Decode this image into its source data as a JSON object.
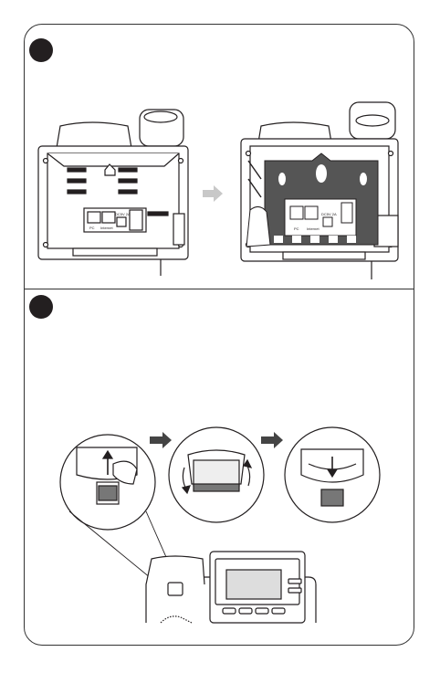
{
  "steps": [
    {
      "id": "step-1",
      "badge_color": "#231f20"
    },
    {
      "id": "step-2",
      "badge_color": "#231f20"
    }
  ],
  "port_labels": {
    "pc": "PC",
    "internet": "Internet",
    "power": "DC5V 2A"
  },
  "colors": {
    "line": "#231f20",
    "bracket_fill": "#555555",
    "arrow_light": "#c8c8c8",
    "arrow_dark": "#444444"
  }
}
